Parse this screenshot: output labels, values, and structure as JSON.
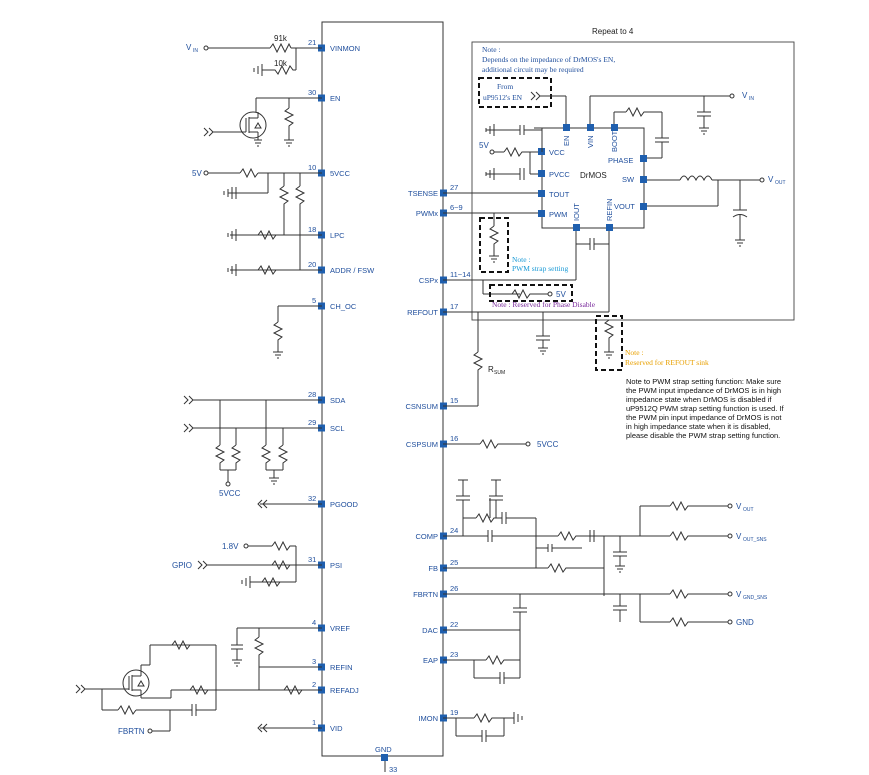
{
  "ic": {
    "gnd_label": "GND",
    "gnd_pin": "33",
    "left_pins": [
      {
        "num": "21",
        "name": "VINMON"
      },
      {
        "num": "30",
        "name": "EN"
      },
      {
        "num": "10",
        "name": "5VCC"
      },
      {
        "num": "18",
        "name": "LPC"
      },
      {
        "num": "20",
        "name": "ADDR / FSW"
      },
      {
        "num": "5",
        "name": "CH_OC"
      },
      {
        "num": "28",
        "name": "SDA"
      },
      {
        "num": "29",
        "name": "SCL"
      },
      {
        "num": "32",
        "name": "PGOOD"
      },
      {
        "num": "31",
        "name": "PSI"
      },
      {
        "num": "4",
        "name": "VREF"
      },
      {
        "num": "3",
        "name": "REFIN"
      },
      {
        "num": "2",
        "name": "REFADJ"
      },
      {
        "num": "1",
        "name": "VID"
      }
    ],
    "right_pins": [
      {
        "num": "27",
        "name": "TSENSE"
      },
      {
        "num": "6~9",
        "name": "PWMx"
      },
      {
        "num": "11~14",
        "name": "CSPx"
      },
      {
        "num": "17",
        "name": "REFOUT"
      },
      {
        "num": "15",
        "name": "CSNSUM"
      },
      {
        "num": "16",
        "name": "CSPSUM"
      },
      {
        "num": "24",
        "name": "COMP"
      },
      {
        "num": "25",
        "name": "FB"
      },
      {
        "num": "26",
        "name": "FBRTN"
      },
      {
        "num": "22",
        "name": "DAC"
      },
      {
        "num": "23",
        "name": "EAP"
      },
      {
        "num": "19",
        "name": "IMON"
      }
    ]
  },
  "left_labels": {
    "vin": "V",
    "vin_sub": "IN",
    "r_91k": "91k",
    "r_10k": "10k",
    "v5": "5V",
    "v5vcc": "5VCC",
    "v18": "1.8V",
    "gpio": "GPIO",
    "fbrtn": "FBRTN"
  },
  "drmos": {
    "repeat": "Repeat to 4",
    "name": "DrMOS",
    "note_lines": [
      "Note :",
      "Depends on the impedance of DrMOS's EN,",
      "additional circuit may be required"
    ],
    "from_lines": [
      "From",
      "uP9512's EN"
    ],
    "v5": "5V",
    "vin": "V",
    "vin_sub": "IN",
    "vout": "V",
    "vout_sub": "OUT",
    "pins": {
      "en": "EN",
      "vin": "VIN",
      "boot": "BOOT",
      "vcc": "VCC",
      "pvcc": "PVCC",
      "phase": "PHASE",
      "sw": "SW",
      "tout": "TOUT",
      "vout": "VOUT",
      "pwm": "PWM",
      "iout": "IOUT",
      "refin": "REFIN"
    }
  },
  "notes": {
    "pwm_strap": [
      "Note :",
      "PWM strap setting"
    ],
    "phase_disable": "Note : Reserved for Phase Disable",
    "v5_box": "5V",
    "refout_sink": [
      "Note :",
      "Reserved for REFOUT sink"
    ],
    "function_note": [
      "Note to PWM strap setting function: Make sure",
      "the PWM input impedance of DrMOS is in high",
      "impedance state when DrMOS is disabled if",
      "uP9512Q PWM strap setting function is used. If",
      "the PWM pin input impedance of DrMOS is not",
      "in high impedance state when it is disabled,",
      "please disable the PWM strap setting function."
    ]
  },
  "right_labels": {
    "rsum": "R",
    "rsum_sub": "SUM",
    "v5vcc": "5VCC",
    "vout": "V",
    "vout_sub": "OUT",
    "vout_sns": "V",
    "vout_sns_sub": "OUT_SNS",
    "vgnd_sns": "V",
    "vgnd_sns_sub": "GND_SNS",
    "gnd": "GND"
  },
  "colors": {
    "pin_text": "#1f4e9c",
    "pad": "#1f5fae",
    "note_orange": "#e8a000",
    "note_purple": "#7a2a9c",
    "note_cyan": "#1a9ad6"
  }
}
